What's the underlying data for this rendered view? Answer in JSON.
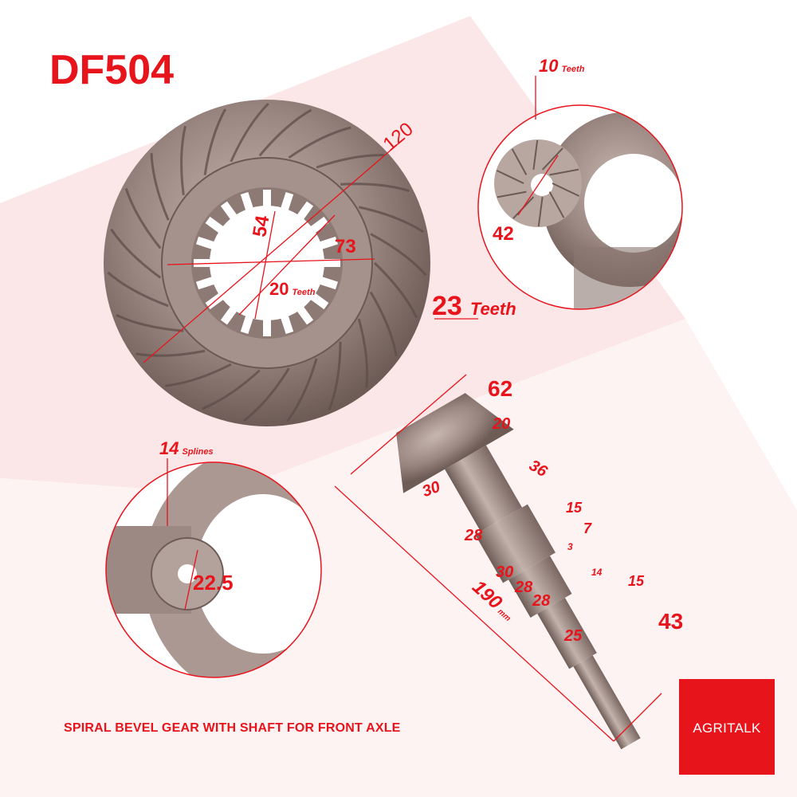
{
  "title": "DF504",
  "caption": "SPIRAL BEVEL GEAR WITH SHAFT FOR FRONT AXLE",
  "watermark": "AGRITALK",
  "logo_text": "AGRITALK",
  "colors": {
    "accent": "#e8141c",
    "watermark": "#f4c6c9",
    "metal": "#9a8680"
  },
  "gear": {
    "outer_diameter": "120",
    "inner_diameter": "73",
    "bore": "54",
    "inner_teeth": "20",
    "inner_teeth_unit": "Teeth",
    "outer_teeth": "23",
    "outer_teeth_unit": "Teeth"
  },
  "pinion_view": {
    "teeth": "10",
    "teeth_unit": "Teeth",
    "diameter": "42"
  },
  "spline_view": {
    "splines": "14",
    "splines_unit": "Splines",
    "diameter": "22.5"
  },
  "shaft": {
    "head_diameter": "62",
    "total_length": "190",
    "total_length_unit": "mm",
    "dims": [
      "20",
      "30",
      "36",
      "15",
      "7",
      "28",
      "3",
      "30",
      "28",
      "28",
      "14",
      "15",
      "43",
      "25"
    ]
  }
}
